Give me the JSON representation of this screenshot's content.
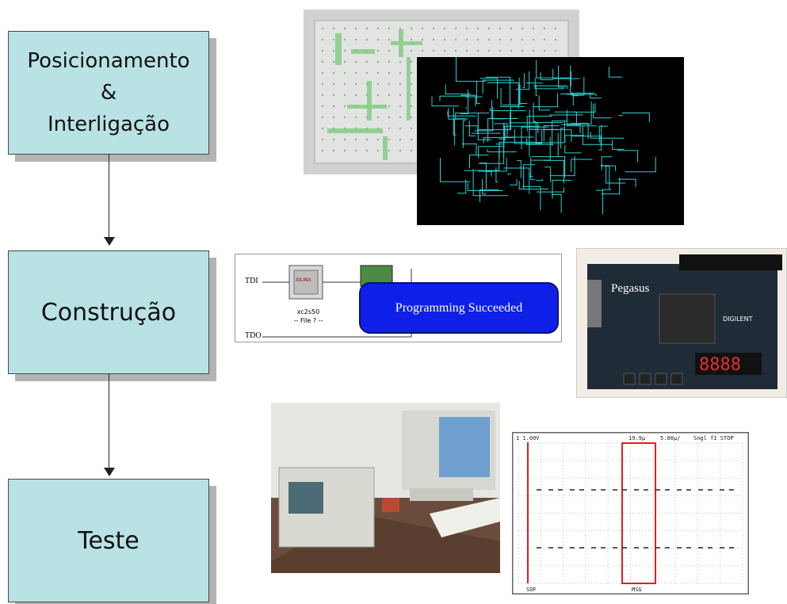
{
  "flow": {
    "step1": {
      "line1": "Posicionamento",
      "line2": "&",
      "line3": "Interligação"
    },
    "step2": {
      "label": "Construção"
    },
    "step3": {
      "label": "Teste"
    }
  },
  "programmer": {
    "tdi": "TDI",
    "tdo": "TDO",
    "chip_brand": "XILINX",
    "chip_name": "xc2s50",
    "file_label": "-- File ? --",
    "status": "Programming Succeeded"
  },
  "board": {
    "brand": "Pegasus",
    "maker": "DIGILENT",
    "display": "8888"
  },
  "scope": {
    "header_left": "1  1.00V",
    "header_mid": "19.9µ",
    "header_timebase": "5.00µ/",
    "header_right": "Sngl  f1  STOP",
    "marker_left": "SOF",
    "marker_mid": "MSG"
  },
  "colors": {
    "box_fill": "#b9e2e4",
    "trace_cyan": "#29d3d3",
    "layout_green": "#7fcc7f",
    "scope_red": "#e02020",
    "banner_blue": "#0e20e8"
  }
}
